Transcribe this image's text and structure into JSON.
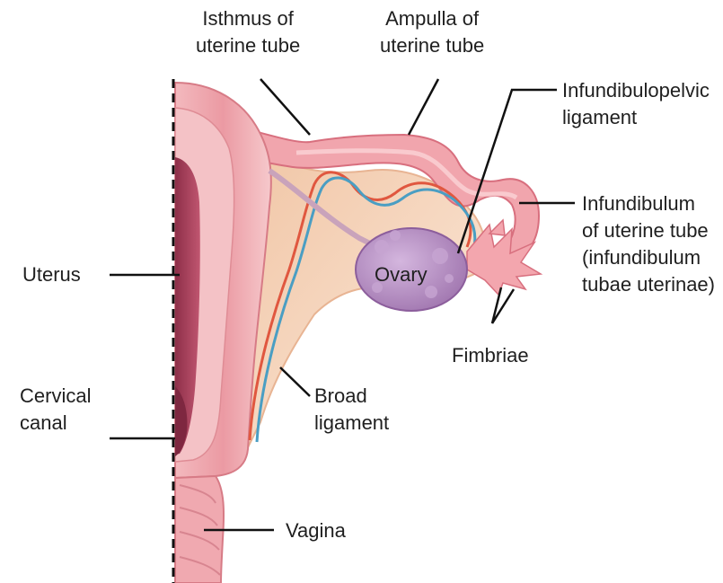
{
  "labels": {
    "isthmus": [
      "Isthmus of",
      "uterine tube"
    ],
    "ampulla": [
      "Ampulla of",
      "uterine tube"
    ],
    "infundibulopelvic": [
      "Infundibulopelvic",
      "ligament"
    ],
    "infundibulum": [
      "Infundibulum",
      "of uterine tube",
      "(infundibulum",
      "tubae uterinae)"
    ],
    "uterus": "Uterus",
    "ovary": "Ovary",
    "fimbriae": "Fimbriae",
    "cervical_canal": [
      "Cervical",
      "canal"
    ],
    "broad_ligament": [
      "Broad",
      "ligament"
    ],
    "vagina": "Vagina"
  },
  "colors": {
    "uterus_wall": "#eb9aa3",
    "uterus_dark": "#a8485f",
    "tube": "#f0a2aa",
    "broad_ligament": "#f6dcc6",
    "ovary": "#b690c2",
    "artery": "#e0573f",
    "vein": "#4a9ec3",
    "leader_line": "#111111"
  }
}
